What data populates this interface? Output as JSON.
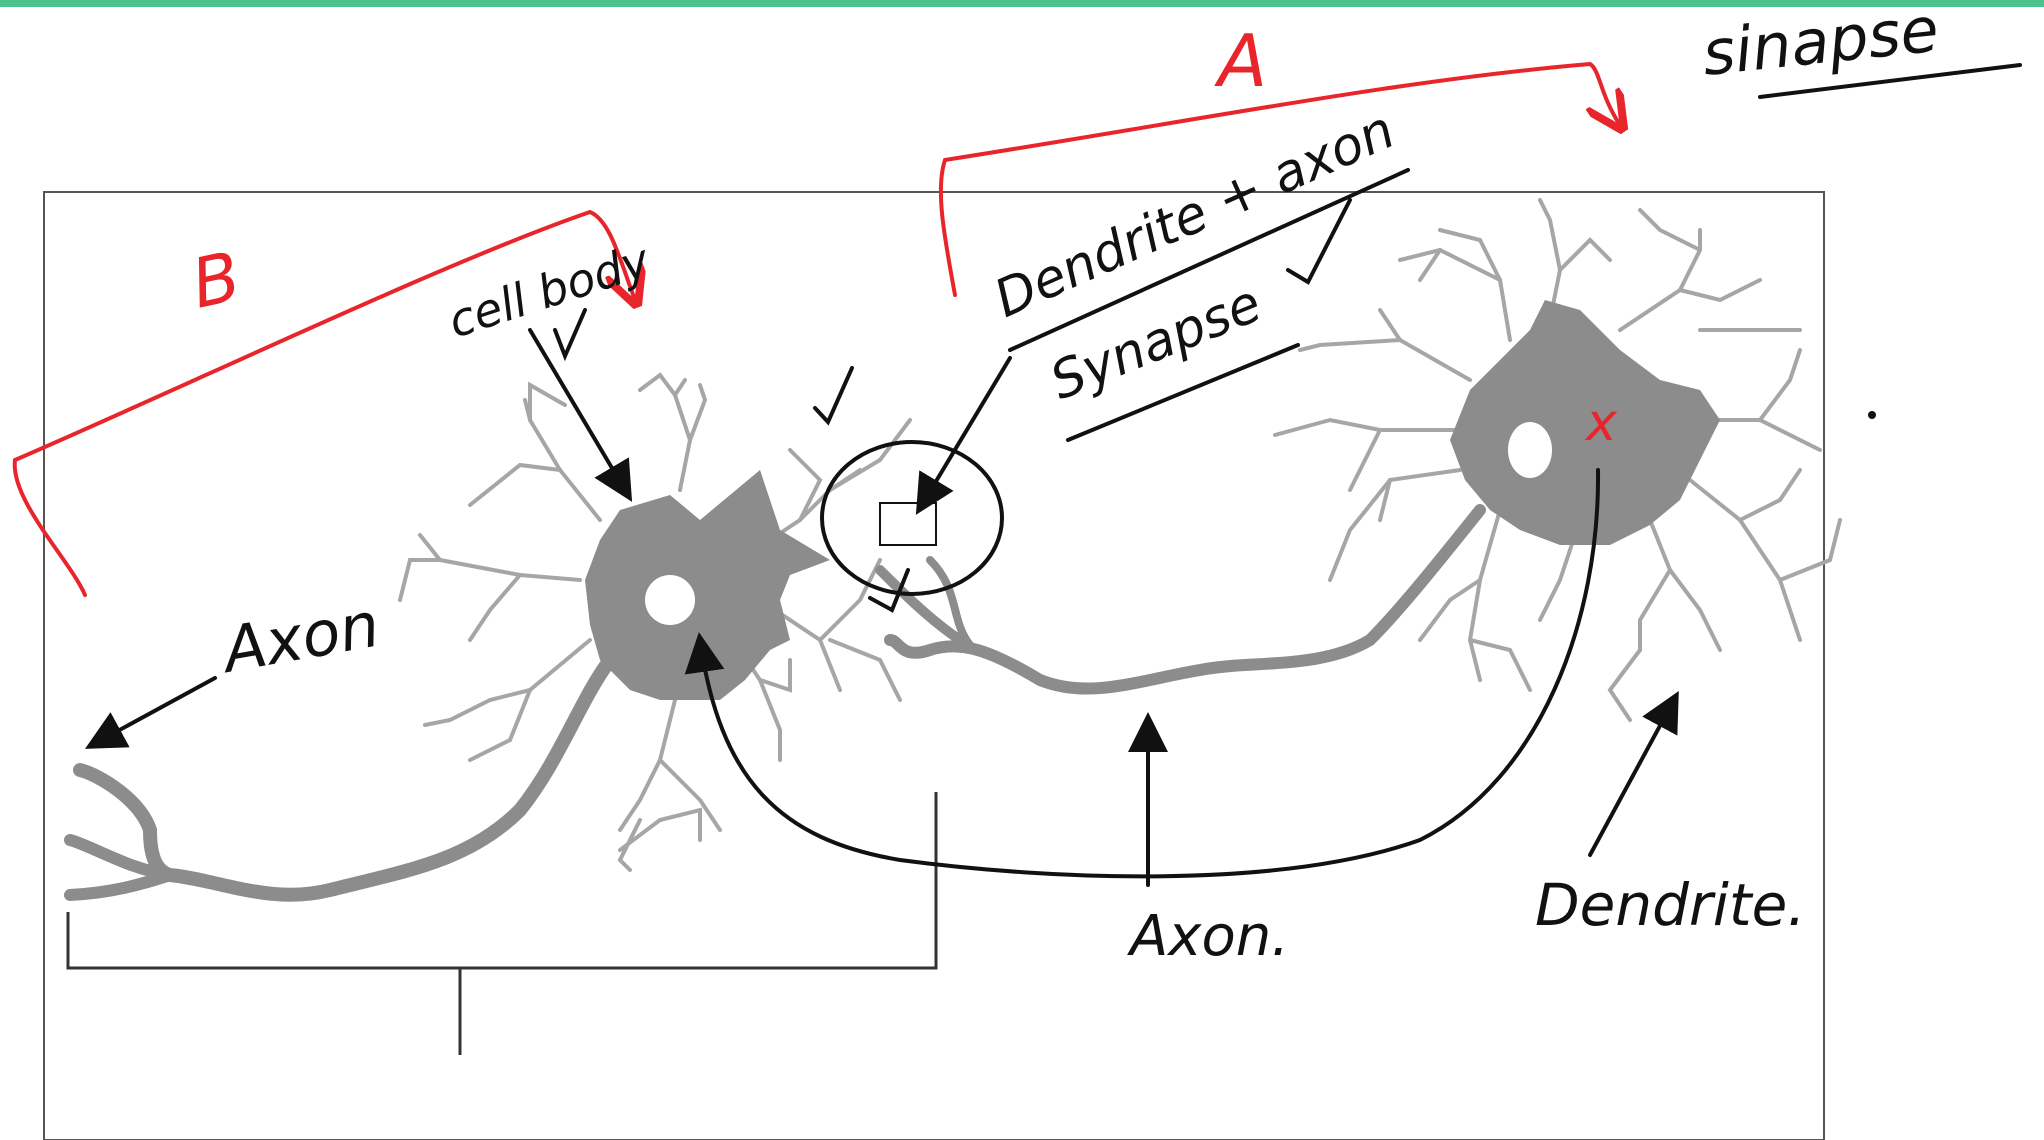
{
  "colors": {
    "accent_bar": "#4cc38a",
    "neuron_gray": "#8c8c8c",
    "dendrite_gray": "#a6a6a6",
    "ink_black": "#111111",
    "ink_red": "#e8252b",
    "frame": "#555555"
  },
  "annotations": {
    "title": "sinapse",
    "label_a": "A",
    "label_b": "B",
    "cell_body": "cell body",
    "dendrite_axon": "Dendrite + axon",
    "synapse": "Synapse",
    "axon_left": "Axon",
    "axon_right": "Axon.",
    "dendrite_right": "Dendrite.",
    "mark_x": "x"
  }
}
